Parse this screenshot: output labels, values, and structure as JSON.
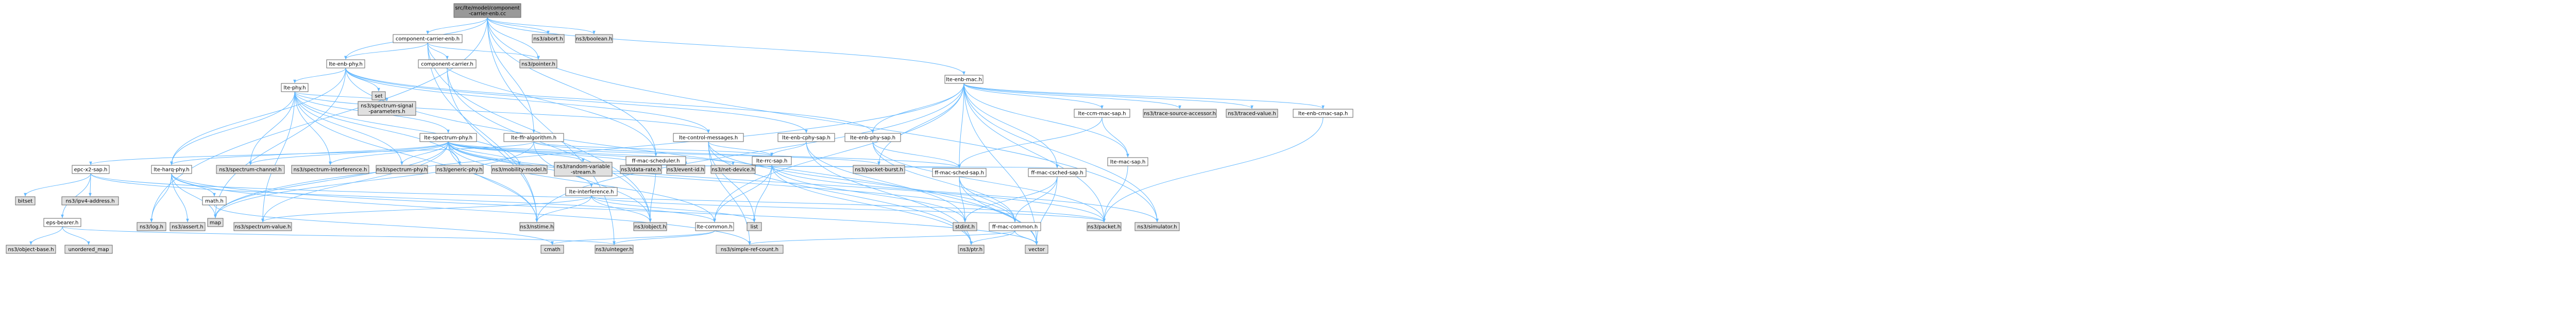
{
  "colors": {
    "edge": "#63b8ff",
    "node_fill_file": "#ffffff",
    "node_fill_system": "#e0e0e0",
    "node_fill_root": "#999999",
    "node_border": "#666666"
  },
  "nodes": [
    {
      "id": "root",
      "kind": "root",
      "label": [
        "src/lte/model/component",
        "-carrier-enb.cc"
      ]
    },
    {
      "id": "cc-enb",
      "kind": "file",
      "label": [
        "component-carrier-enb.h"
      ]
    },
    {
      "id": "cc",
      "kind": "file",
      "label": [
        "component-carrier.h"
      ]
    },
    {
      "id": "abort",
      "kind": "system",
      "label": [
        "ns3/abort.h"
      ]
    },
    {
      "id": "boolean",
      "kind": "system",
      "label": [
        "ns3/boolean.h"
      ]
    },
    {
      "id": "lte-enb-phy",
      "kind": "file",
      "label": [
        "lte-enb-phy.h"
      ]
    },
    {
      "id": "lte-enb-mac",
      "kind": "file",
      "label": [
        "lte-enb-mac.h"
      ]
    },
    {
      "id": "lte-phy",
      "kind": "file",
      "label": [
        "lte-phy.h"
      ]
    },
    {
      "id": "set",
      "kind": "system",
      "label": [
        "set"
      ]
    },
    {
      "id": "ffr-alg",
      "kind": "file",
      "label": [
        "lte-ffr-algorithm.h"
      ]
    },
    {
      "id": "pointer",
      "kind": "system",
      "label": [
        "ns3/pointer.h"
      ]
    },
    {
      "id": "ff-sched",
      "kind": "file",
      "label": [
        "ff-mac-scheduler.h"
      ]
    },
    {
      "id": "sig-params",
      "kind": "system",
      "label": [
        "ns3/spectrum-signal",
        "-parameters.h"
      ]
    },
    {
      "id": "lte-spectrum-phy",
      "kind": "file",
      "label": [
        "lte-spectrum-phy.h"
      ]
    },
    {
      "id": "epc-x2-sap",
      "kind": "file",
      "label": [
        "epc-x2-sap.h"
      ]
    },
    {
      "id": "lte-harq-phy",
      "kind": "file",
      "label": [
        "lte-harq-phy.h"
      ]
    },
    {
      "id": "spectrum-channel",
      "kind": "system",
      "label": [
        "ns3/spectrum-channel.h"
      ]
    },
    {
      "id": "spectrum-interference",
      "kind": "system",
      "label": [
        "ns3/spectrum-interference.h"
      ]
    },
    {
      "id": "spectrum-phy",
      "kind": "system",
      "label": [
        "ns3/spectrum-phy.h"
      ]
    },
    {
      "id": "generic-phy",
      "kind": "system",
      "label": [
        "ns3/generic-phy.h"
      ]
    },
    {
      "id": "mobility-model",
      "kind": "system",
      "label": [
        "ns3/mobility-model.h"
      ]
    },
    {
      "id": "random-var",
      "kind": "system",
      "label": [
        "ns3/random-variable",
        "-stream.h"
      ]
    },
    {
      "id": "data-rate",
      "kind": "system",
      "label": [
        "ns3/data-rate.h"
      ]
    },
    {
      "id": "event-id",
      "kind": "system",
      "label": [
        "ns3/event-id.h"
      ]
    },
    {
      "id": "net-device",
      "kind": "system",
      "label": [
        "ns3/net-device.h"
      ]
    },
    {
      "id": "lte-interference",
      "kind": "file",
      "label": [
        "lte-interference.h"
      ]
    },
    {
      "id": "lte-control-messages",
      "kind": "file",
      "label": [
        "lte-control-messages.h"
      ]
    },
    {
      "id": "lte-enb-cphy-sap",
      "kind": "file",
      "label": [
        "lte-enb-cphy-sap.h"
      ]
    },
    {
      "id": "lte-enb-phy-sap",
      "kind": "file",
      "label": [
        "lte-enb-phy-sap.h"
      ]
    },
    {
      "id": "lte-ccm-mac-sap",
      "kind": "file",
      "label": [
        "lte-ccm-mac-sap.h"
      ]
    },
    {
      "id": "trace-source",
      "kind": "system",
      "label": [
        "ns3/trace-source-accessor.h"
      ]
    },
    {
      "id": "traced-value",
      "kind": "system",
      "label": [
        "ns3/traced-value.h"
      ]
    },
    {
      "id": "lte-enb-cmac-sap",
      "kind": "file",
      "label": [
        "lte-enb-cmac-sap.h"
      ]
    },
    {
      "id": "packet-burst",
      "kind": "system",
      "label": [
        "ns3/packet-burst.h"
      ]
    },
    {
      "id": "lte-rrc-sap",
      "kind": "file",
      "label": [
        "lte-rrc-sap.h"
      ]
    },
    {
      "id": "ff-csched-sap",
      "kind": "file",
      "label": [
        "ff-mac-csched-sap.h"
      ]
    },
    {
      "id": "ff-sched-sap",
      "kind": "file",
      "label": [
        "ff-mac-sched-sap.h"
      ]
    },
    {
      "id": "lte-mac-sap",
      "kind": "file",
      "label": [
        "lte-mac-sap.h"
      ]
    },
    {
      "id": "bitset",
      "kind": "system",
      "label": [
        "bitset"
      ]
    },
    {
      "id": "ipv4-address",
      "kind": "system",
      "label": [
        "ns3/ipv4-address.h"
      ]
    },
    {
      "id": "eps-bearer",
      "kind": "file",
      "label": [
        "eps-bearer.h"
      ]
    },
    {
      "id": "map",
      "kind": "system",
      "label": [
        "map"
      ]
    },
    {
      "id": "log",
      "kind": "system",
      "label": [
        "ns3/log.h"
      ]
    },
    {
      "id": "assert",
      "kind": "system",
      "label": [
        "ns3/assert.h"
      ]
    },
    {
      "id": "math",
      "kind": "file",
      "label": [
        "math.h"
      ]
    },
    {
      "id": "spectrum-value",
      "kind": "system",
      "label": [
        "ns3/spectrum-value.h"
      ]
    },
    {
      "id": "nstime",
      "kind": "system",
      "label": [
        "ns3/nstime.h"
      ]
    },
    {
      "id": "object",
      "kind": "system",
      "label": [
        "ns3/object.h"
      ]
    },
    {
      "id": "lte-common",
      "kind": "file",
      "label": [
        "lte-common.h"
      ]
    },
    {
      "id": "list",
      "kind": "system",
      "label": [
        "list"
      ]
    },
    {
      "id": "stdint",
      "kind": "system",
      "label": [
        "stdint.h"
      ]
    },
    {
      "id": "ff-mac-common",
      "kind": "file",
      "label": [
        "ff-mac-common.h"
      ]
    },
    {
      "id": "packet",
      "kind": "system",
      "label": [
        "ns3/packet.h"
      ]
    },
    {
      "id": "simulator",
      "kind": "system",
      "label": [
        "ns3/simulator.h"
      ]
    },
    {
      "id": "object-base",
      "kind": "system",
      "label": [
        "ns3/object-base.h"
      ]
    },
    {
      "id": "unordered-map",
      "kind": "system",
      "label": [
        "unordered_map"
      ]
    },
    {
      "id": "cmath",
      "kind": "system",
      "label": [
        "cmath"
      ]
    },
    {
      "id": "uinteger",
      "kind": "system",
      "label": [
        "ns3/uinteger.h"
      ]
    },
    {
      "id": "simple-ref-count",
      "kind": "system",
      "label": [
        "ns3/simple-ref-count.h"
      ]
    },
    {
      "id": "vector",
      "kind": "system",
      "label": [
        "vector"
      ]
    },
    {
      "id": "ptr",
      "kind": "system",
      "label": [
        "ns3/ptr.h"
      ]
    }
  ],
  "edges": [
    [
      "root",
      "cc-enb"
    ],
    [
      "root",
      "abort"
    ],
    [
      "root",
      "boolean"
    ],
    [
      "root",
      "lte-enb-phy"
    ],
    [
      "root",
      "lte-enb-mac"
    ],
    [
      "root",
      "ffr-alg"
    ],
    [
      "root",
      "pointer"
    ],
    [
      "root",
      "ff-sched"
    ],
    [
      "root",
      "simulator"
    ],
    [
      "root",
      "log"
    ],
    [
      "root",
      "uinteger"
    ],
    [
      "cc-enb",
      "cc"
    ],
    [
      "cc-enb",
      "lte-enb-phy"
    ],
    [
      "cc-enb",
      "pointer"
    ],
    [
      "cc-enb",
      "nstime"
    ],
    [
      "cc-enb",
      "object"
    ],
    [
      "cc-enb",
      "ff-sched"
    ],
    [
      "cc",
      "object"
    ],
    [
      "cc",
      "nstime"
    ],
    [
      "lte-enb-phy",
      "lte-phy"
    ],
    [
      "lte-enb-phy",
      "set"
    ],
    [
      "lte-enb-phy",
      "lte-enb-cphy-sap"
    ],
    [
      "lte-enb-phy",
      "lte-enb-phy-sap"
    ],
    [
      "lte-enb-phy",
      "lte-harq-phy"
    ],
    [
      "lte-enb-phy",
      "map"
    ],
    [
      "lte-enb-phy",
      "lte-control-messages"
    ],
    [
      "lte-enb-phy",
      "vector"
    ],
    [
      "lte-phy",
      "sig-params"
    ],
    [
      "lte-phy",
      "lte-spectrum-phy"
    ],
    [
      "lte-phy",
      "spectrum-channel"
    ],
    [
      "lte-phy",
      "spectrum-interference"
    ],
    [
      "lte-phy",
      "spectrum-phy"
    ],
    [
      "lte-phy",
      "generic-phy"
    ],
    [
      "lte-phy",
      "mobility-model"
    ],
    [
      "lte-phy",
      "nstime"
    ],
    [
      "lte-phy",
      "lte-control-messages"
    ],
    [
      "lte-phy",
      "lte-harq-phy"
    ],
    [
      "lte-phy",
      "spectrum-value"
    ],
    [
      "lte-spectrum-phy",
      "spectrum-channel"
    ],
    [
      "lte-spectrum-phy",
      "spectrum-interference"
    ],
    [
      "lte-spectrum-phy",
      "spectrum-phy"
    ],
    [
      "lte-spectrum-phy",
      "generic-phy"
    ],
    [
      "lte-spectrum-phy",
      "mobility-model"
    ],
    [
      "lte-spectrum-phy",
      "random-var"
    ],
    [
      "lte-spectrum-phy",
      "data-rate"
    ],
    [
      "lte-spectrum-phy",
      "event-id"
    ],
    [
      "lte-spectrum-phy",
      "net-device"
    ],
    [
      "lte-spectrum-phy",
      "lte-interference"
    ],
    [
      "lte-spectrum-phy",
      "lte-harq-phy"
    ],
    [
      "lte-spectrum-phy",
      "packet-burst"
    ],
    [
      "lte-spectrum-phy",
      "lte-common"
    ],
    [
      "lte-spectrum-phy",
      "map"
    ],
    [
      "lte-spectrum-phy",
      "spectrum-value"
    ],
    [
      "lte-spectrum-phy",
      "nstime"
    ],
    [
      "lte-spectrum-phy",
      "ff-mac-common"
    ],
    [
      "lte-spectrum-phy",
      "packet"
    ],
    [
      "lte-harq-phy",
      "log"
    ],
    [
      "lte-harq-phy",
      "assert"
    ],
    [
      "lte-harq-phy",
      "math"
    ],
    [
      "lte-harq-phy",
      "map"
    ],
    [
      "lte-harq-phy",
      "vector"
    ],
    [
      "lte-harq-phy",
      "simple-ref-count"
    ],
    [
      "lte-interference",
      "object"
    ],
    [
      "lte-interference",
      "packet"
    ],
    [
      "lte-interference",
      "nstime"
    ],
    [
      "lte-interference",
      "spectrum-value"
    ],
    [
      "lte-interference",
      "list"
    ],
    [
      "ffr-alg",
      "lte-rrc-sap"
    ],
    [
      "ffr-alg",
      "epc-x2-sap"
    ],
    [
      "ffr-alg",
      "ff-sched-sap"
    ],
    [
      "ffr-alg",
      "object"
    ],
    [
      "ffr-alg",
      "map"
    ],
    [
      "ff-sched",
      "ff-csched-sap"
    ],
    [
      "ff-sched",
      "ff-sched-sap"
    ],
    [
      "ff-sched",
      "object"
    ],
    [
      "epc-x2-sap",
      "bitset"
    ],
    [
      "epc-x2-sap",
      "ipv4-address"
    ],
    [
      "epc-x2-sap",
      "eps-bearer"
    ],
    [
      "epc-x2-sap",
      "lte-common"
    ],
    [
      "epc-x2-sap",
      "packet"
    ],
    [
      "eps-bearer",
      "object-base"
    ],
    [
      "eps-bearer",
      "unordered-map"
    ],
    [
      "eps-bearer",
      "uinteger"
    ],
    [
      "lte-enb-mac",
      "lte-ccm-mac-sap"
    ],
    [
      "lte-enb-mac",
      "trace-source"
    ],
    [
      "lte-enb-mac",
      "traced-value"
    ],
    [
      "lte-enb-mac",
      "lte-enb-cmac-sap"
    ],
    [
      "lte-enb-mac",
      "lte-mac-sap"
    ],
    [
      "lte-enb-mac",
      "ff-csched-sap"
    ],
    [
      "lte-enb-mac",
      "ff-sched-sap"
    ],
    [
      "lte-enb-mac",
      "lte-enb-phy-sap"
    ],
    [
      "lte-enb-mac",
      "lte-common"
    ],
    [
      "lte-enb-mac",
      "packet"
    ],
    [
      "lte-enb-mac",
      "packet-burst"
    ],
    [
      "lte-enb-mac",
      "map"
    ],
    [
      "lte-enb-mac",
      "vector"
    ],
    [
      "lte-enb-mac",
      "nstime"
    ],
    [
      "lte-enb-mac",
      "simulator"
    ],
    [
      "lte-control-messages",
      "lte-rrc-sap"
    ],
    [
      "lte-control-messages",
      "ff-mac-common"
    ],
    [
      "lte-control-messages",
      "simple-ref-count"
    ],
    [
      "lte-control-messages",
      "list"
    ],
    [
      "lte-control-messages",
      "ptr"
    ],
    [
      "lte-enb-cphy-sap",
      "lte-rrc-sap"
    ],
    [
      "lte-enb-cphy-sap",
      "ptr"
    ],
    [
      "lte-enb-cphy-sap",
      "stdint"
    ],
    [
      "lte-enb-phy-sap",
      "ff-sched-sap"
    ],
    [
      "lte-enb-phy-sap",
      "ff-mac-common"
    ],
    [
      "lte-enb-phy-sap",
      "packet"
    ],
    [
      "lte-ccm-mac-sap",
      "lte-mac-sap"
    ],
    [
      "lte-ccm-mac-sap",
      "ff-sched-sap"
    ],
    [
      "lte-enb-cmac-sap",
      "packet"
    ],
    [
      "lte-rrc-sap",
      "lte-common"
    ],
    [
      "lte-rrc-sap",
      "ptr"
    ],
    [
      "lte-rrc-sap",
      "simulator"
    ],
    [
      "lte-rrc-sap",
      "list"
    ],
    [
      "lte-rrc-sap",
      "stdint"
    ],
    [
      "ff-csched-sap",
      "ff-mac-common"
    ],
    [
      "ff-csched-sap",
      "stdint"
    ],
    [
      "ff-csched-sap",
      "vector"
    ],
    [
      "ff-sched-sap",
      "ff-mac-common"
    ],
    [
      "ff-sched-sap",
      "stdint"
    ],
    [
      "ff-sched-sap",
      "vector"
    ],
    [
      "lte-mac-sap",
      "packet"
    ],
    [
      "ff-mac-common",
      "simple-ref-count"
    ],
    [
      "ff-mac-common",
      "ptr"
    ],
    [
      "ff-mac-common",
      "vector"
    ],
    [
      "lte-common",
      "uinteger"
    ],
    [
      "lte-common",
      "cmath"
    ],
    [
      "math",
      "cmath"
    ]
  ]
}
